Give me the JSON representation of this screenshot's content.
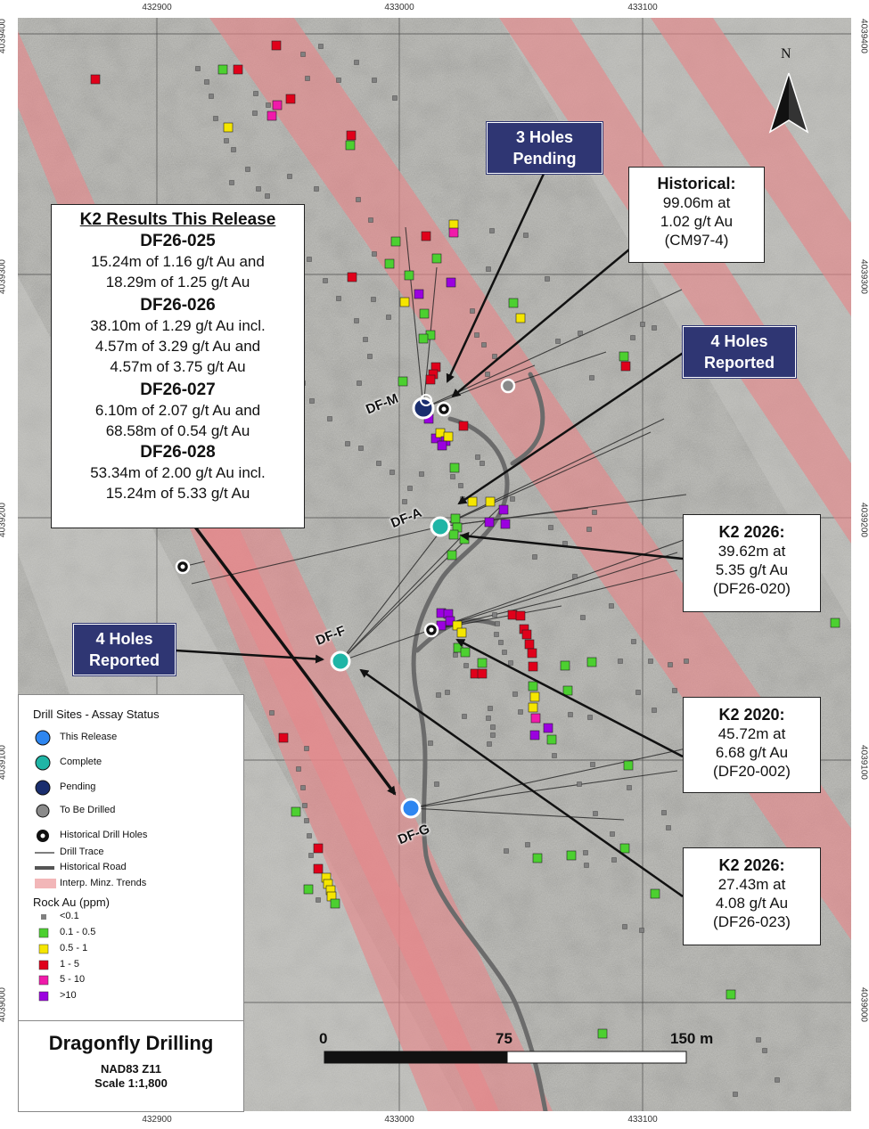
{
  "map": {
    "title": "Dragonfly Drilling",
    "datum": "NAD83 Z11",
    "scale": "Scale 1:1,800",
    "north_label": "N",
    "eastings": [
      "432900",
      "433000",
      "433100"
    ],
    "northings": [
      "4039400",
      "4039300",
      "4039200",
      "4039100",
      "4039000"
    ],
    "scale_bar": {
      "labels": [
        "0",
        "75",
        "150 m"
      ]
    },
    "colors": {
      "trend": "#e8878a",
      "callout_navy": "#2f3673",
      "this_release": "#2e86f0",
      "complete": "#1fb5a6",
      "pending": "#1a2e6e",
      "to_be_drilled": "#8a8a8a",
      "lt01": "#808080",
      "r01_05": "#4cd030",
      "r05_1": "#f5e600",
      "r1_5": "#e0001a",
      "r5_10": "#f01aaa",
      "gt10": "#9b00e0"
    }
  },
  "results_box": {
    "title": "K2 Results This Release",
    "holes": [
      {
        "name": "DF26-025",
        "lines": [
          "15.24m of 1.16 g/t Au and",
          "18.29m of 1.25 g/t Au"
        ]
      },
      {
        "name": "DF26-026",
        "lines": [
          "38.10m of 1.29 g/t Au incl.",
          "4.57m of 3.29 g/t Au and",
          "4.57m of 3.75 g/t Au"
        ]
      },
      {
        "name": "DF26-027",
        "lines": [
          "6.10m of 2.07 g/t Au and",
          "68.58m of 0.54 g/t Au"
        ]
      },
      {
        "name": "DF26-028",
        "lines": [
          "53.34m of 2.00 g/t Au incl.",
          "15.24m of 5.33 g/t Au"
        ]
      }
    ]
  },
  "callouts": {
    "historical": {
      "head": "Historical:",
      "lines": [
        "99.06m at",
        "1.02 g/t Au",
        "(CM97-4)"
      ]
    },
    "k2_2026_a": {
      "head": "K2 2026:",
      "lines": [
        "39.62m at",
        "5.35 g/t Au",
        "(DF26-020)"
      ]
    },
    "k2_2020": {
      "head": "K2 2020:",
      "lines": [
        "45.72m at",
        "6.68 g/t Au",
        "(DF20-002)"
      ]
    },
    "k2_2026_b": {
      "head": "K2 2026:",
      "lines": [
        "27.43m at",
        "4.08 g/t Au",
        "(DF26-023)"
      ]
    },
    "pending3": [
      "3 Holes",
      "Pending"
    ],
    "reported4_a": [
      "4 Holes",
      "Reported"
    ],
    "reported4_b": [
      "4 Holes",
      "Reported"
    ]
  },
  "sites": [
    "DF-M",
    "DF-A",
    "DF-F",
    "DF-G"
  ],
  "legend": {
    "drill_title": "Drill Sites - Assay Status",
    "drill_items": [
      "This Release",
      "Complete",
      "Pending",
      "To Be Drilled",
      "Historical Drill Holes"
    ],
    "line_items": [
      "Drill Trace",
      "Historical Road",
      "Interp. Minz. Trends"
    ],
    "rock_title": "Rock Au (ppm)",
    "rock_items": [
      "<0.1",
      "0.1 - 0.5",
      "0.5 - 1",
      "1 - 5",
      "5 - 10",
      ">10"
    ]
  }
}
